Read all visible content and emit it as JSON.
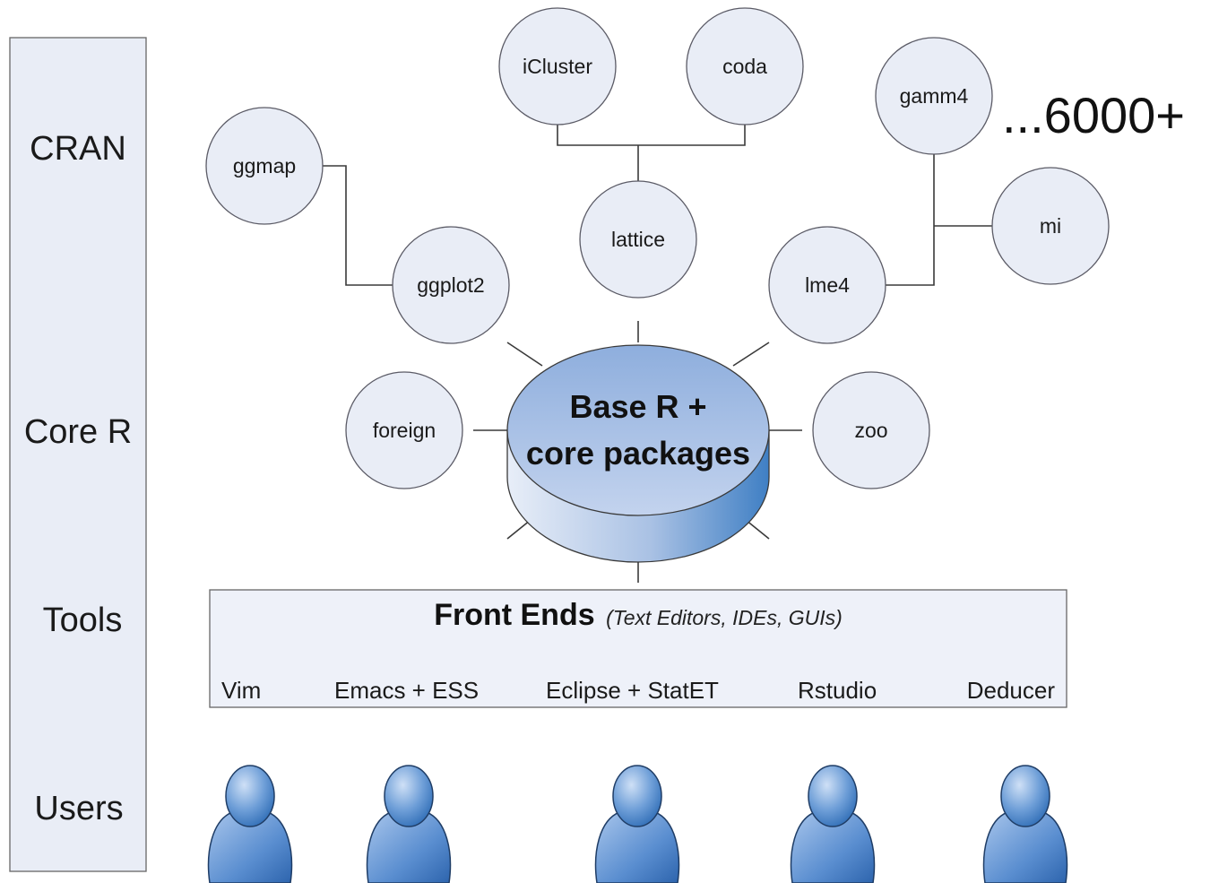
{
  "layers": {
    "cran": "CRAN",
    "core_r": "Core R",
    "tools": "Tools",
    "users": "Users"
  },
  "packages": {
    "icluster": "iCluster",
    "coda": "coda",
    "gamm4": "gamm4",
    "ggmap": "ggmap",
    "lattice": "lattice",
    "mi": "mi",
    "ggplot2": "ggplot2",
    "lme4": "lme4",
    "foreign": "foreign",
    "zoo": "zoo"
  },
  "more_count": "...6000+",
  "base": {
    "line1": "Base R +",
    "line2": "core packages"
  },
  "front_ends": {
    "title": "Front Ends",
    "subtitle": "(Text Editors, IDEs, GUIs)",
    "items": [
      "Vim",
      "Emacs + ESS",
      "Eclipse + StatET",
      "Rstudio",
      "Deducer"
    ]
  },
  "colors": {
    "layer_bar": "#e9edf6",
    "node_fill": "#e9edf6",
    "cylinder_top": "#9fb8e0",
    "cylinder_side": "#4f86c6",
    "user_icon": "#5b8fd0"
  },
  "icons": {
    "user": "user-icon"
  }
}
